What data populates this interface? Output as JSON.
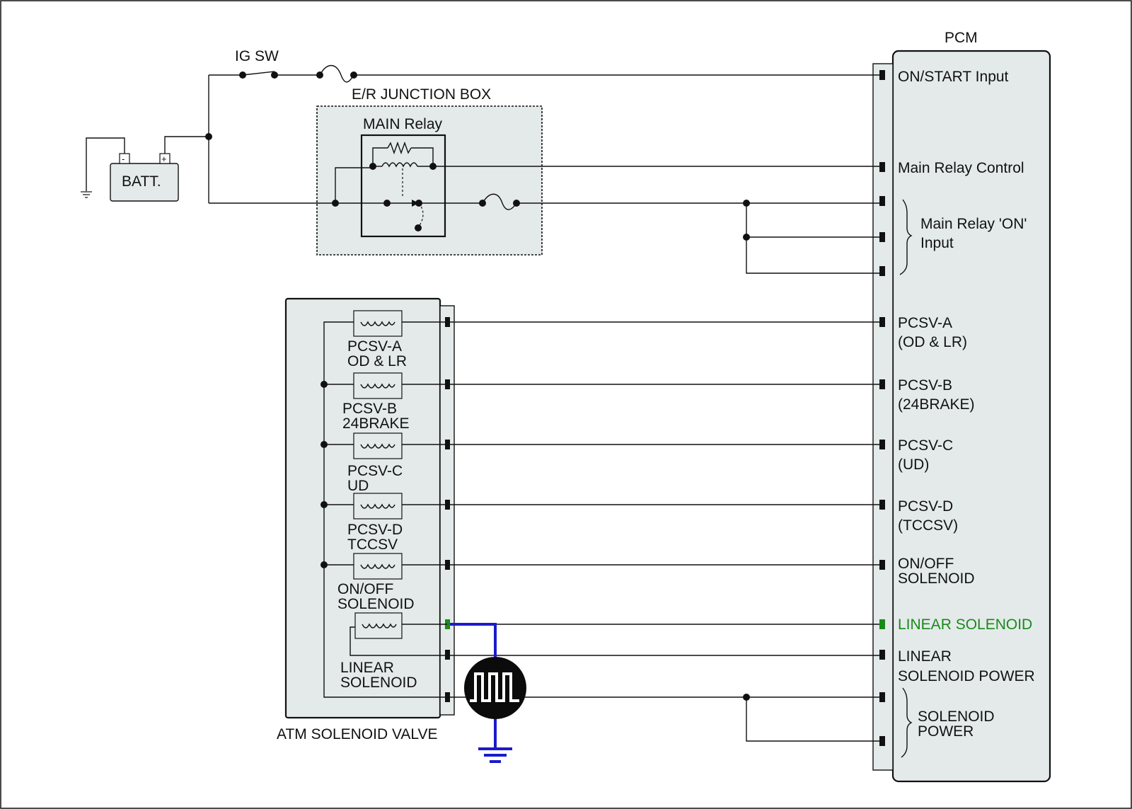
{
  "colors": {
    "background": "#ffffff",
    "module_fill": "#e4eaea",
    "wire": "#111111",
    "highlight_wire": "#1a1acc",
    "highlight_label": "#1a8a1a"
  },
  "labels": {
    "ig_sw": "IG SW",
    "battery": "BATT.",
    "battery_minus": "-",
    "battery_plus": "+",
    "junction_box": "E/R JUNCTION BOX",
    "main_relay": "MAIN Relay",
    "pcm": "PCM",
    "atm_valve": "ATM SOLENOID VALVE"
  },
  "pcm_pins": {
    "on_start": "ON/START Input",
    "main_relay_control": "Main Relay Control",
    "main_relay_on_1": "Main Relay 'ON'",
    "main_relay_on_2": "Input",
    "pcsv_a_1": "PCSV-A",
    "pcsv_a_2": "(OD & LR)",
    "pcsv_b_1": "PCSV-B",
    "pcsv_b_2": "(24BRAKE)",
    "pcsv_c_1": "PCSV-C",
    "pcsv_c_2": "(UD)",
    "pcsv_d_1": "PCSV-D",
    "pcsv_d_2": "(TCCSV)",
    "onoff_1": "ON/OFF",
    "onoff_2": "SOLENOID",
    "linear": "LINEAR SOLENOID",
    "linear_power_1": "LINEAR",
    "linear_power_2": "SOLENOID POWER",
    "solenoid_power_1": "SOLENOID",
    "solenoid_power_2": "POWER"
  },
  "valve_solenoids": {
    "a_1": "PCSV-A",
    "a_2": "OD & LR",
    "b_1": "PCSV-B",
    "b_2": "24BRAKE",
    "c_1": "PCSV-C",
    "c_2": "UD",
    "d_1": "PCSV-D",
    "d_2": "TCCSV",
    "onoff_1": "ON/OFF",
    "onoff_2": "SOLENOID",
    "linear_1": "LINEAR",
    "linear_2": "SOLENOID"
  },
  "icons": {
    "probe": "oscilloscope-square-wave-icon",
    "ground": "ground-icon",
    "fuse": "fuse-icon",
    "switch": "switch-icon",
    "coil": "solenoid-coil-icon"
  }
}
